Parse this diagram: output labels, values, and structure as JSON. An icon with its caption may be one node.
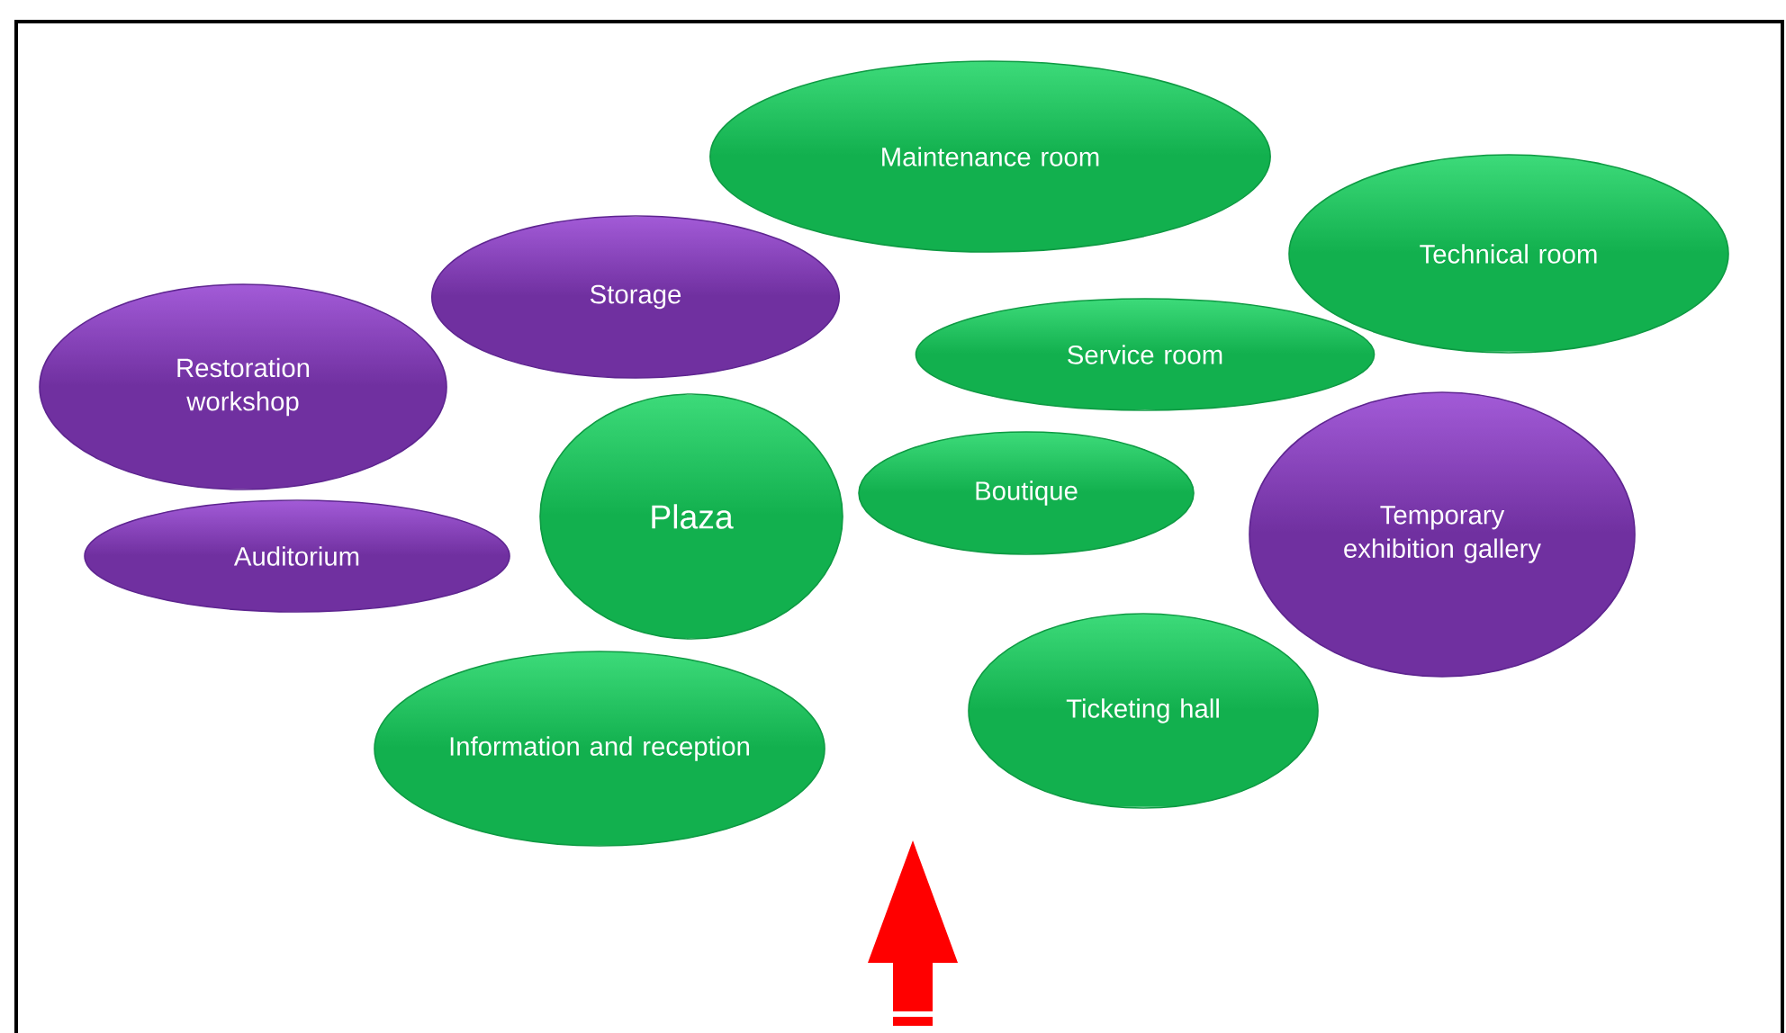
{
  "diagram": {
    "nodes": [
      {
        "text": [
          "Maintenance  room"
        ]
      },
      {
        "text": [
          "Technical room"
        ]
      },
      {
        "text": [
          "Storage"
        ]
      },
      {
        "text": [
          "Service room"
        ]
      },
      {
        "text": [
          "Restoration workshop"
        ]
      },
      {
        "text": [
          "Plaza"
        ]
      },
      {
        "text": [
          "Boutique"
        ]
      },
      {
        "text": [
          "Temporary exhibition gallery"
        ]
      },
      {
        "text": [
          "Auditorium"
        ]
      },
      {
        "text": [
          "Information  and reception"
        ]
      },
      {
        "text": [
          "Ticketing hall"
        ]
      }
    ]
  }
}
